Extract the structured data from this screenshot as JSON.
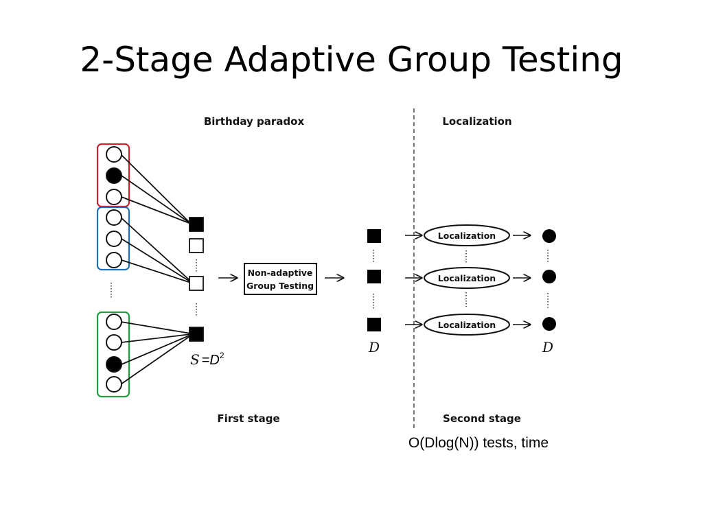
{
  "slide": {
    "title": "2-Stage Adaptive Group Testing"
  },
  "diagram": {
    "headers": {
      "left": "Birthday paradox",
      "right": "Localization"
    },
    "footers": {
      "left": "First stage",
      "right": "Second stage"
    },
    "process_box": {
      "line1": "Non-adaptive",
      "line2": "Group Testing"
    },
    "localization_label": "Localization",
    "s_label": {
      "s": "S",
      "eq": "=",
      "d": "D",
      "exp": "2"
    },
    "d_label_tests": "D",
    "d_label_results": "D",
    "complexity": "O(Dlog(N)) tests, time",
    "colors": {
      "red_group": "#c8232c",
      "blue_group": "#1f6fb2",
      "green_group": "#1e9e3e"
    }
  }
}
